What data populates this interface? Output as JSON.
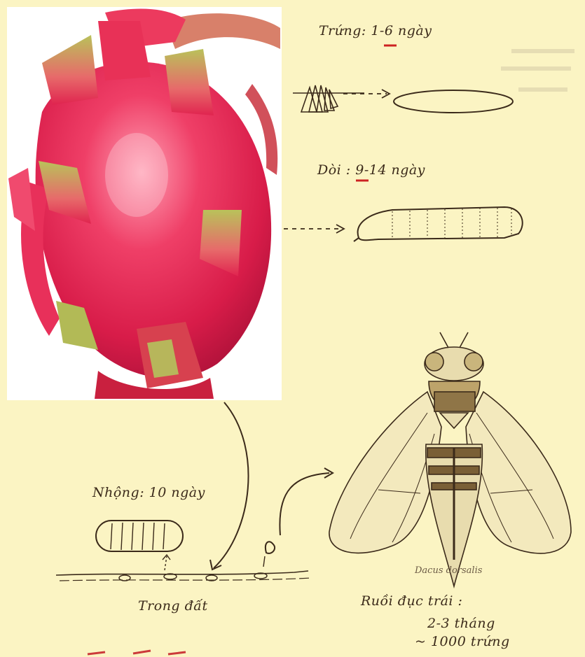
{
  "stages": {
    "egg": {
      "label": "Trứng: 1-6 ngày"
    },
    "larva": {
      "label": "Dòi : 9-14 ngày"
    },
    "pupa": {
      "label": "Nhộng: 10 ngày",
      "location": "Trong đất"
    },
    "adult": {
      "label": "Ruồi đục trái :",
      "lifespan": "2-3 tháng",
      "eggs": "~ 1000 trứng",
      "species": "Dacus dorsalis"
    }
  },
  "photo": {
    "subject": "dragon fruit"
  },
  "colors": {
    "paper": "#fbf4c3",
    "ink": "#3b2a1a",
    "fruit_main": "#e0244f",
    "fruit_bract_tip": "#a5b54a",
    "underline_red": "#cc2222"
  },
  "icons": [
    "dragon-fruit-photo",
    "egg-cluster-icon",
    "egg-icon",
    "larva-icon",
    "pupa-icon",
    "fruit-fly-icon"
  ]
}
